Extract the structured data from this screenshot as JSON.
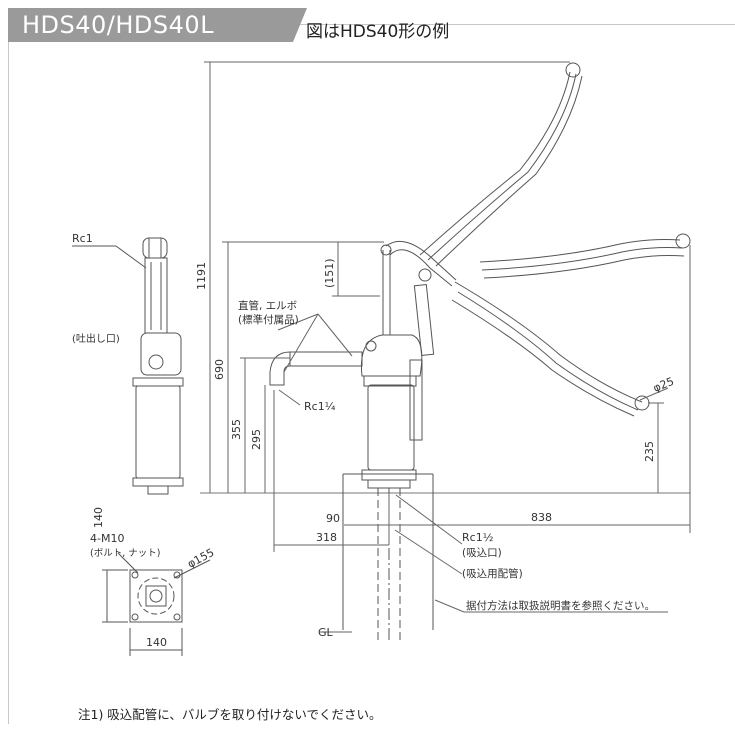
{
  "header": {
    "title": "HDS40/HDS40L",
    "subtitle": "図はHDS40形の例"
  },
  "labels": {
    "rc1": "Rc1",
    "outlet": "(吐出し口)",
    "pipe_label_1": "直管, エルボ",
    "pipe_label_2": "(標準付属品)",
    "rc1_quarter": "Rc1¼",
    "rc1_half": "Rc1½",
    "suction_port": "(吸込口)",
    "suction_pipe": "(吸込用配管)",
    "install_note": "据付方法は取扱説明書を参照ください。",
    "gl": "GL",
    "bolt_spec": "4-M10",
    "bolt_sub": "(ボルト, ナット)",
    "phi155": "φ155",
    "phi25": "φ25"
  },
  "dimensions": {
    "d1191": "1191",
    "d690": "690",
    "d355": "355",
    "d295": "295",
    "d151": "(151)",
    "d235": "235",
    "d90": "90",
    "d318": "318",
    "d838": "838",
    "d140_top": "140",
    "d140_bottom": "140"
  },
  "footer": {
    "note": "注1) 吸込配管に、バルブを取り付けないでください。"
  }
}
